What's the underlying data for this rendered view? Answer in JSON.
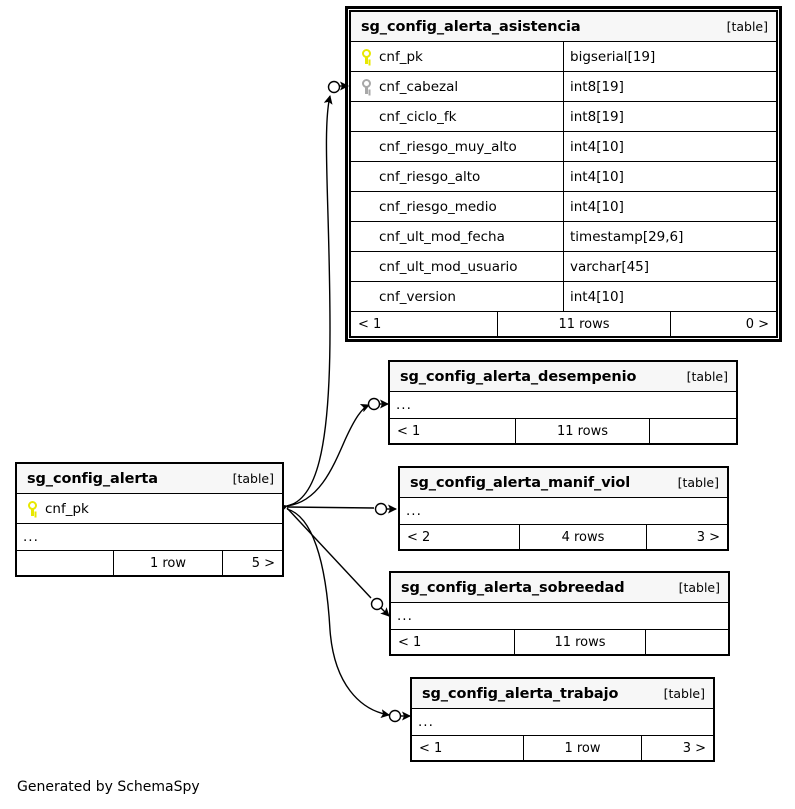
{
  "diagram": {
    "generator_caption": "Generated by SchemaSpy",
    "kind_label": "[table]"
  },
  "tables": {
    "asistencia": {
      "name": "sg_config_alerta_asistencia",
      "kind": "[table]",
      "columns": [
        {
          "name": "cnf_pk",
          "type": "bigserial[19]",
          "key": "primary"
        },
        {
          "name": "cnf_cabezal",
          "type": "int8[19]",
          "key": "foreign"
        },
        {
          "name": "cnf_ciclo_fk",
          "type": "int8[19]",
          "key": "none"
        },
        {
          "name": "cnf_riesgo_muy_alto",
          "type": "int4[10]",
          "key": "none"
        },
        {
          "name": "cnf_riesgo_alto",
          "type": "int4[10]",
          "key": "none"
        },
        {
          "name": "cnf_riesgo_medio",
          "type": "int4[10]",
          "key": "none"
        },
        {
          "name": "cnf_ult_mod_fecha",
          "type": "timestamp[29,6]",
          "key": "none"
        },
        {
          "name": "cnf_ult_mod_usuario",
          "type": "varchar[45]",
          "key": "none"
        },
        {
          "name": "cnf_version",
          "type": "int4[10]",
          "key": "none"
        }
      ],
      "footer": {
        "left": "< 1",
        "center": "11 rows",
        "right": "0 >"
      }
    },
    "alerta": {
      "name": "sg_config_alerta",
      "kind": "[table]",
      "columns": [
        {
          "name": "cnf_pk",
          "type": "",
          "key": "primary"
        }
      ],
      "more_indicator": "...",
      "footer": {
        "left": "",
        "center": "1 row",
        "right": "5 >"
      }
    },
    "desempenio": {
      "name": "sg_config_alerta_desempenio",
      "kind": "[table]",
      "more_indicator": "...",
      "footer": {
        "left": "< 1",
        "center": "11 rows",
        "right": ""
      }
    },
    "manif_viol": {
      "name": "sg_config_alerta_manif_viol",
      "kind": "[table]",
      "more_indicator": "...",
      "footer": {
        "left": "< 2",
        "center": "4 rows",
        "right": "3 >"
      }
    },
    "sobreedad": {
      "name": "sg_config_alerta_sobreedad",
      "kind": "[table]",
      "more_indicator": "...",
      "footer": {
        "left": "< 1",
        "center": "11 rows",
        "right": ""
      }
    },
    "trabajo": {
      "name": "sg_config_alerta_trabajo",
      "kind": "[table]",
      "more_indicator": "...",
      "footer": {
        "left": "< 1",
        "center": "1 row",
        "right": "3 >"
      }
    }
  },
  "relationships": [
    {
      "from": "sg_config_alerta",
      "to": "sg_config_alerta_asistencia"
    },
    {
      "from": "sg_config_alerta",
      "to": "sg_config_alerta_desempenio"
    },
    {
      "from": "sg_config_alerta",
      "to": "sg_config_alerta_manif_viol"
    },
    {
      "from": "sg_config_alerta",
      "to": "sg_config_alerta_sobreedad"
    },
    {
      "from": "sg_config_alerta",
      "to": "sg_config_alerta_trabajo"
    }
  ],
  "colors": {
    "primary_key_icon": "#e8e800",
    "foreign_key_icon": "#a8a8a8",
    "header_background": "#f7f7f7",
    "border": "#000000",
    "background": "#ffffff"
  }
}
